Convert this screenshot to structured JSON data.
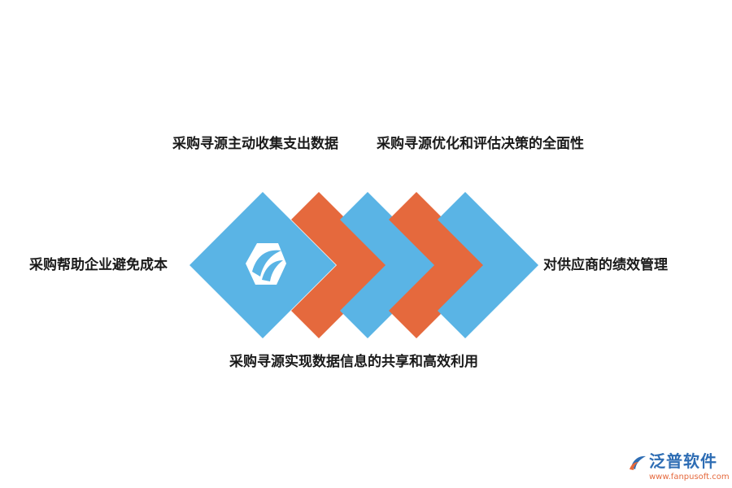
{
  "colors": {
    "blue": "#5ab4e5",
    "orange": "#e5693d",
    "text": "#1a1a1a",
    "brand": "#2e6db4"
  },
  "diagram": {
    "center_icon": "stylized-leaf-hexagon-icon",
    "labels": {
      "top_left": "采购寻源主动收集支出数据",
      "top_right": "采购寻源优化和评估决策的全面性",
      "left": "采购帮助企业避免成本",
      "right": "对供应商的绩效管理",
      "bottom": "采购寻源实现数据信息的共享和高效利用"
    },
    "chevron_sequence": [
      "orange",
      "blue",
      "orange",
      "blue"
    ]
  },
  "watermark": {
    "name": "泛普软件",
    "url": "www.fanpusoft.com",
    "icon": "fanpu-logo-icon"
  }
}
